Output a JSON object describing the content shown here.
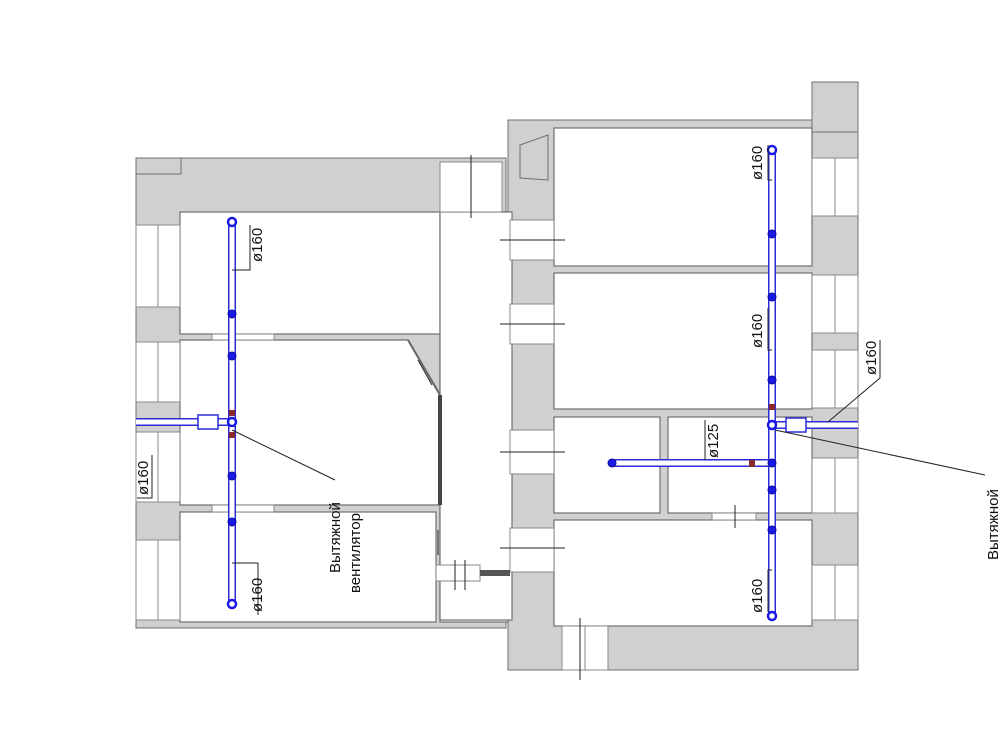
{
  "labels": {
    "d160": "ø160",
    "d125": "ø125",
    "fan_left_line1": "Вытяжной",
    "fan_left_line2": "вентилятор",
    "fan_right": "Вытяжной",
    "watermark": "S5D"
  }
}
